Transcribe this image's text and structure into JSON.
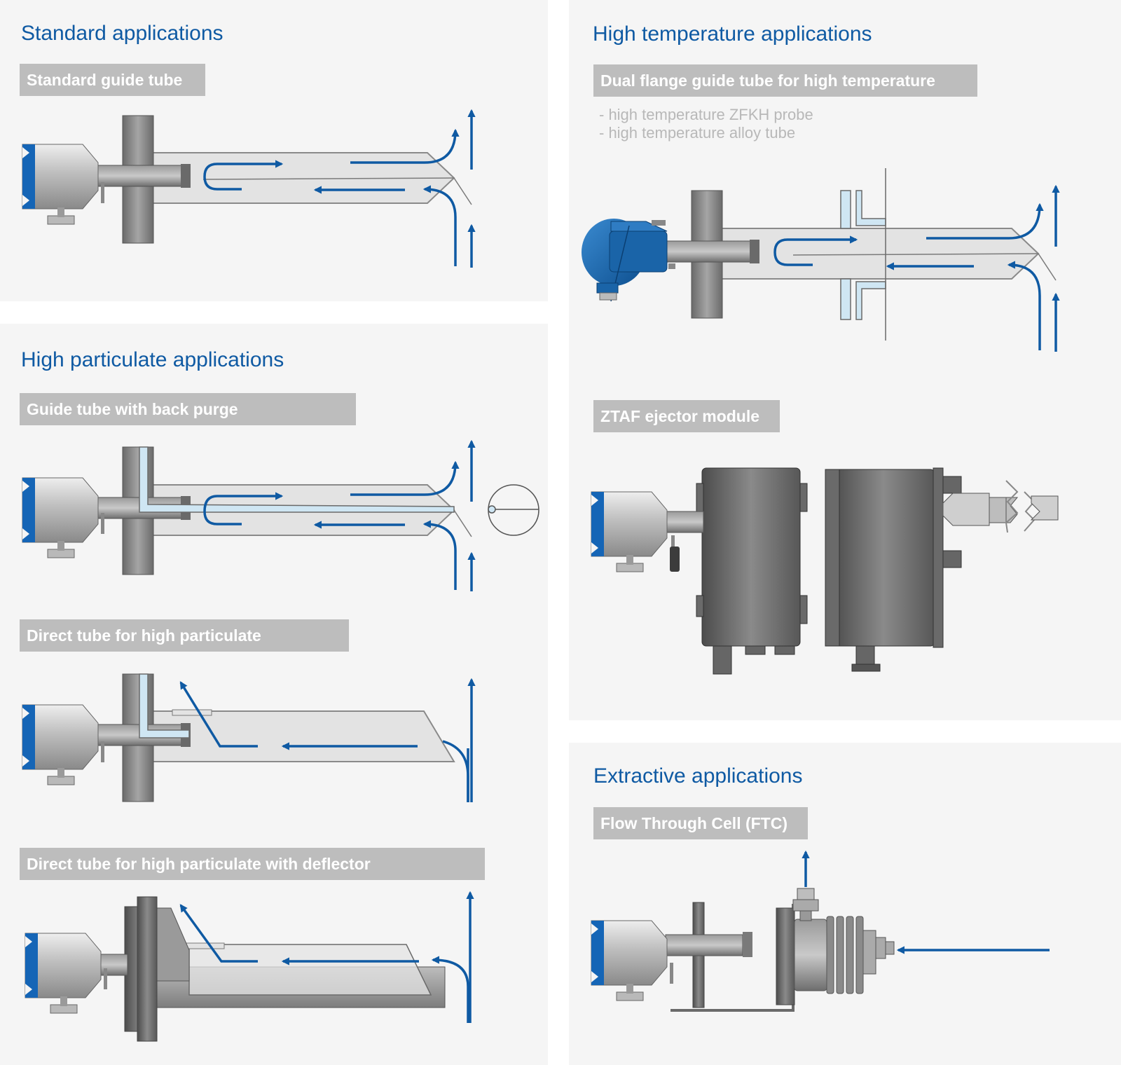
{
  "sections": {
    "standard": {
      "heading": "Standard applications",
      "items": [
        {
          "label": "Standard guide tube"
        }
      ]
    },
    "high_particulate": {
      "heading": "High particulate applications",
      "items": [
        {
          "label": "Guide tube with back purge"
        },
        {
          "label": "Direct tube for high particulate"
        },
        {
          "label": "Direct tube for high particulate with deflector"
        }
      ]
    },
    "high_temperature": {
      "heading": "High temperature applications",
      "items": [
        {
          "label": "Dual flange guide tube for high temperature",
          "notes": [
            "- high temperature ZFKH probe",
            "- high temperature alloy tube"
          ]
        },
        {
          "label": "ZTAF ejector module"
        }
      ]
    },
    "extractive": {
      "heading": "Extractive applications",
      "items": [
        {
          "label": "Flow Through Cell (FTC)"
        }
      ]
    }
  },
  "colors": {
    "heading": "#0f5aa3",
    "flow_arrow": "#0f5aa3",
    "label_bg": "#bdbdbd",
    "label_text": "#ffffff",
    "note_text": "#b8b8b8",
    "panel_bg": "#f5f5f5",
    "metal": "#8e8e8e",
    "purge_line": "#cfe6f3"
  }
}
